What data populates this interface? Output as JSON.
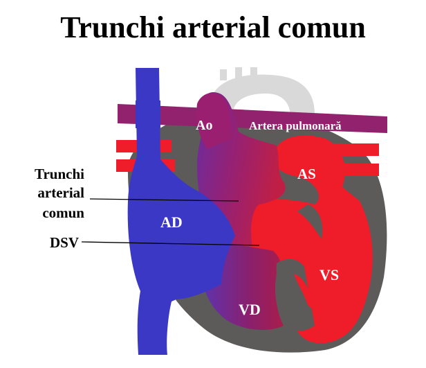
{
  "title": "Trunchi arterial comun",
  "labels": {
    "ao": "Ao",
    "pulmonary": "Artera pulmonară",
    "as": "AS",
    "ad": "AD",
    "vs": "VS",
    "vd": "VD",
    "trunk_line1": "Trunchi",
    "trunk_line2": "arterial",
    "trunk_line3": "comun",
    "dsv": "DSV"
  },
  "colors": {
    "deoxygenated": "#3b38c6",
    "oxygenated": "#ef1c2a",
    "mixed": "#9a1f70",
    "wall": "#5d5a5a",
    "vessel_gray": "#d9d9d9"
  }
}
